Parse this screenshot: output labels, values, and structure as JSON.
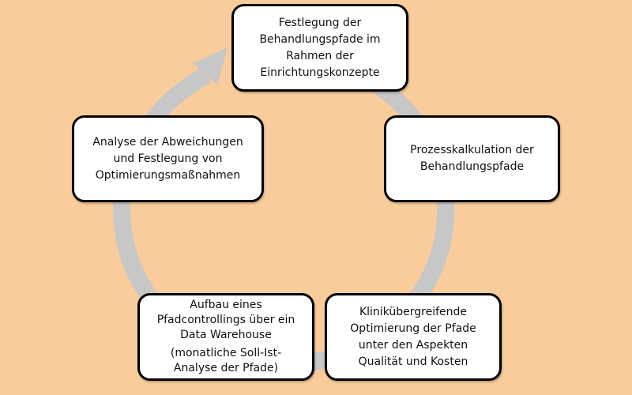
{
  "colors": {
    "background": "#F9CD9B",
    "ring": "#C7C7C7",
    "box_fill": "#FFFFFF",
    "box_border": "#000000"
  },
  "steps": [
    {
      "lines": [
        "Festlegung der",
        "Behandlungspfade im",
        "Rahmen der",
        "Einrichtungskonzepte"
      ]
    },
    {
      "lines": [
        "Prozesskalkulation der",
        "Behandlungspfade"
      ]
    },
    {
      "lines": [
        "Klinikübergreifende",
        "Optimierung der Pfade",
        "unter den Aspekten",
        "Qualität und Kosten"
      ]
    },
    {
      "lines": [
        "Aufbau eines",
        "Pfadcontrollings über ein",
        "Data Warehouse"
      ],
      "note": [
        "(monatliche Soll-Ist-",
        "Analyse der Pfade)"
      ]
    },
    {
      "lines": [
        "Analyse der Abweichungen",
        "und Festlegung von",
        "Optimierungsmaßnahmen"
      ]
    }
  ]
}
